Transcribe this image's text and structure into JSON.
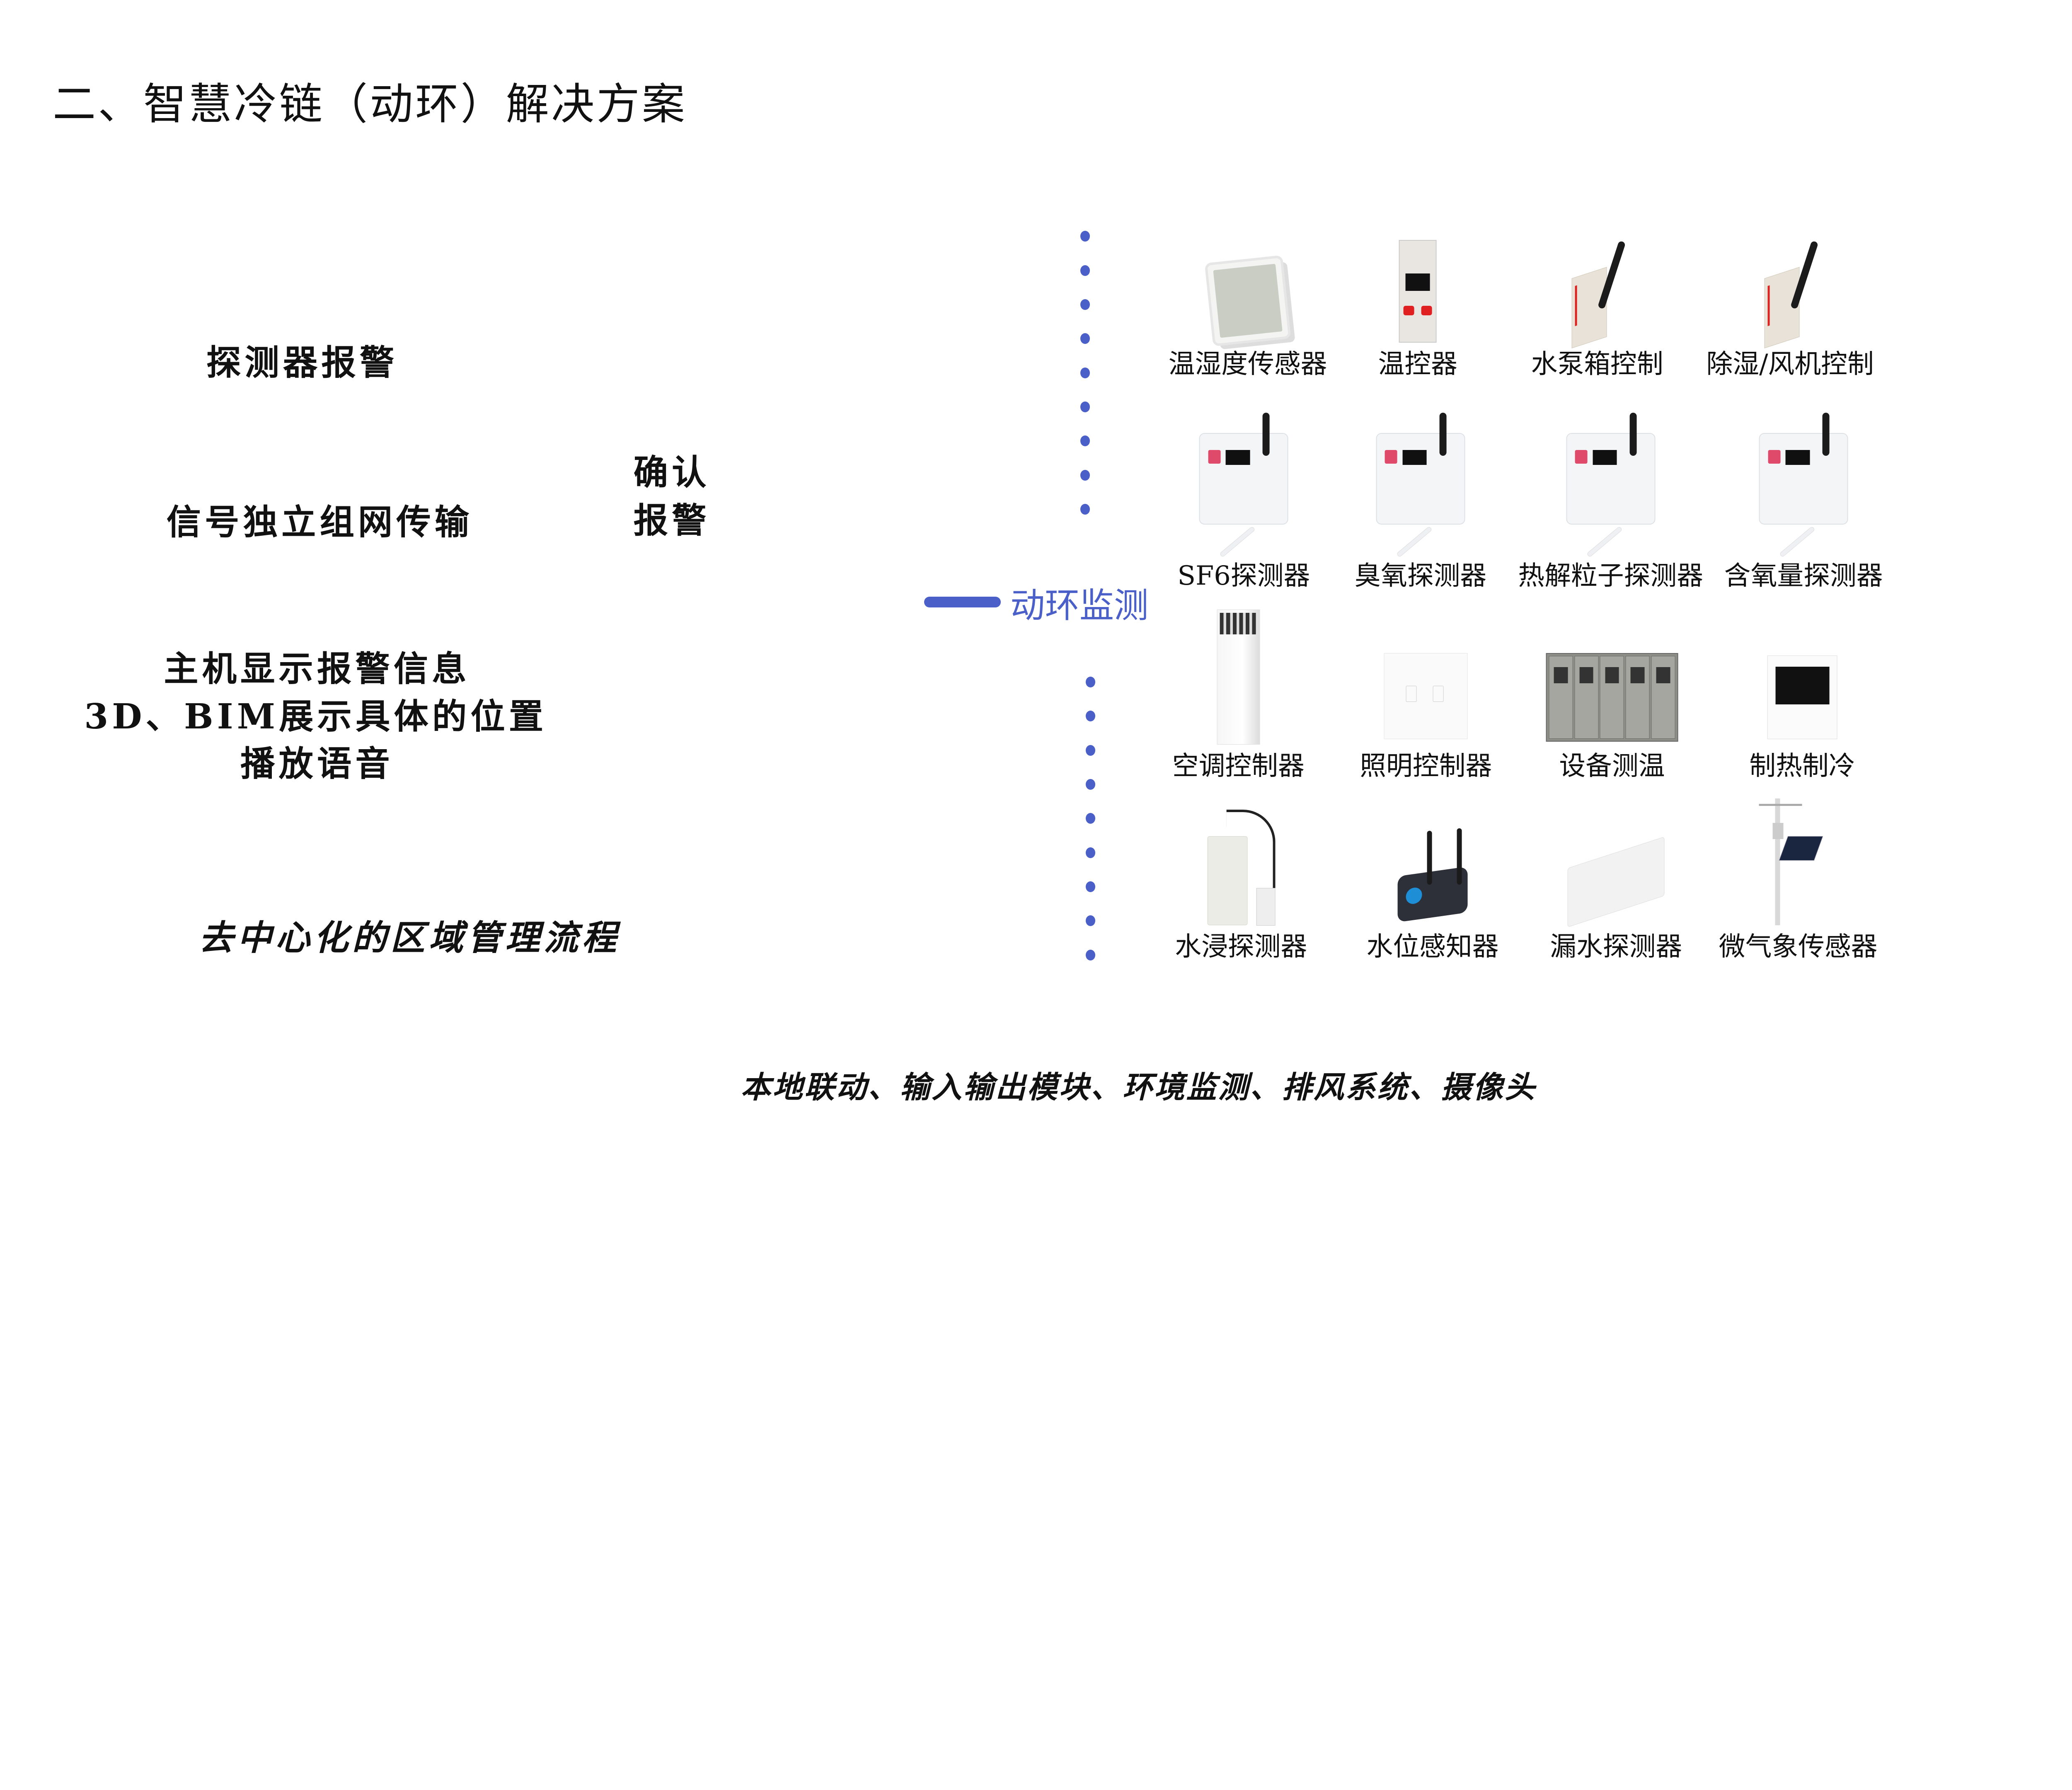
{
  "header": {
    "title": "二、智慧冷链（动环）解决方案"
  },
  "left": {
    "detector_alarm": "探测器报警",
    "network": "信号独立组网传输",
    "confirm_line1": "确认",
    "confirm_line2": "报警",
    "host_line1": "主机显示报警信息",
    "host_line2": "3D、BIM展示具体的位置",
    "host_line3": "播放语音",
    "decentral": "去中心化的区域管理流程"
  },
  "center": {
    "section_title": "动环监测",
    "accent_color": "#4a5fc8"
  },
  "products": [
    {
      "label": "温湿度传感器",
      "icon": "thermo-hygrometer"
    },
    {
      "label": "温控器",
      "icon": "din-rail-thermostat"
    },
    {
      "label": "水泵箱控制",
      "icon": "wireless-din-module"
    },
    {
      "label": "除湿/风机控制",
      "icon": "wireless-din-module"
    },
    {
      "label": "SF6探测器",
      "icon": "gas-detector"
    },
    {
      "label": "臭氧探测器",
      "icon": "gas-detector"
    },
    {
      "label": "热解粒子探测器",
      "icon": "gas-detector"
    },
    {
      "label": "含氧量探测器",
      "icon": "gas-detector"
    },
    {
      "label": "空调控制器",
      "icon": "air-conditioner"
    },
    {
      "label": "照明控制器",
      "icon": "light-switch-panel"
    },
    {
      "label": "设备测温",
      "icon": "switchgear-cabinet"
    },
    {
      "label": "制热制冷",
      "icon": "control-screen-panel"
    },
    {
      "label": "水浸探测器",
      "icon": "water-immersion-sensor"
    },
    {
      "label": "水位感知器",
      "icon": "water-level-router"
    },
    {
      "label": "漏水探测器",
      "icon": "leak-detector-box"
    },
    {
      "label": "微气象传感器",
      "icon": "weather-station"
    }
  ],
  "footer": {
    "text": "本地联动、输入输出模块、环境监测、排风系统、摄像头"
  }
}
